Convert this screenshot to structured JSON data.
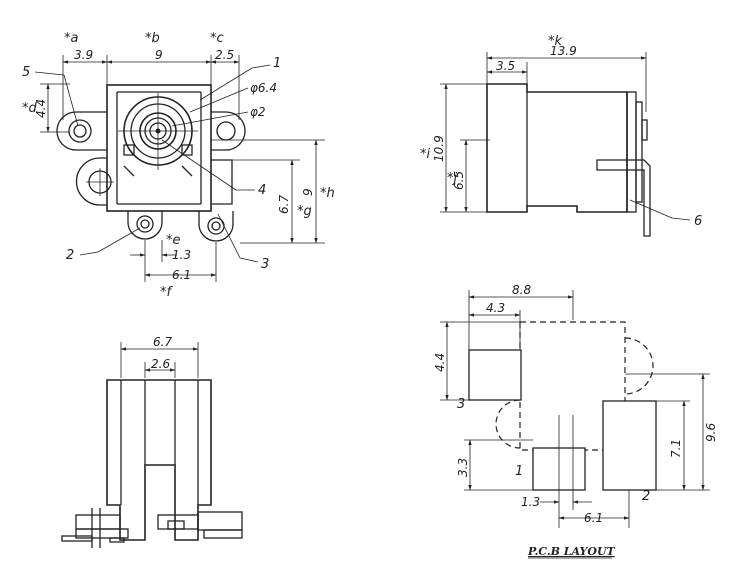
{
  "front_view": {
    "dims": {
      "a": "*a",
      "a_val": "3.9",
      "b": "*b",
      "b_val": "9",
      "c": "*c",
      "c_val": "2.5",
      "d": "*d",
      "d_val": "4.4",
      "e": "*e",
      "e_val": "1.3",
      "f": "*f",
      "f_val": "6.1",
      "g": "*g",
      "g_val": "6.7",
      "h": "*h",
      "h_val": "9",
      "dia_outer": "φ6.4",
      "dia_inner": "φ2"
    },
    "callouts": [
      "1",
      "2",
      "3",
      "4",
      "5"
    ]
  },
  "side_view": {
    "dims": {
      "k": "*k",
      "k_val": "13.9",
      "k_sub": "3.5",
      "i": "*i",
      "i_val": "10.9",
      "j": "*j",
      "j_val": "6.5"
    },
    "callouts": [
      "6"
    ]
  },
  "bottom_view": {
    "dims": {
      "outer": "6.7",
      "inner": "2.6"
    }
  },
  "pcb_layout": {
    "title": "P.C.B LAYOUT",
    "dims": {
      "top": "8.8",
      "top_sub": "4.3",
      "left": "4.4",
      "left_low": "3.3",
      "right_outer": "9.6",
      "right_inner": "7.1",
      "bottom_small": "1.3",
      "bottom_wide": "6.1"
    },
    "pads": [
      "1",
      "2",
      "3"
    ]
  }
}
